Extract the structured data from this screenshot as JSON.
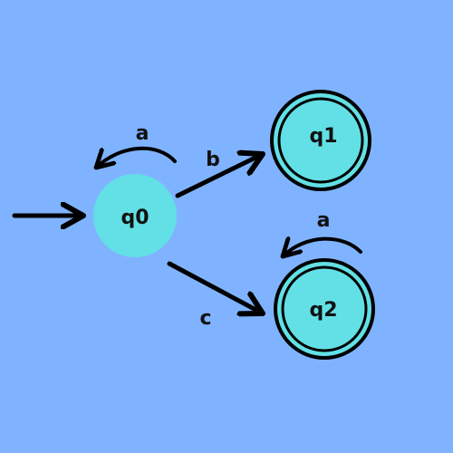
{
  "colors": {
    "background": "#80b3ff",
    "state_fill": "#62e0e5",
    "stroke": "#000000"
  },
  "states": [
    {
      "id": "q0",
      "label": "q0",
      "start": true,
      "accepting": false
    },
    {
      "id": "q1",
      "label": "q1",
      "start": false,
      "accepting": true
    },
    {
      "id": "q2",
      "label": "q2",
      "start": false,
      "accepting": true
    }
  ],
  "transitions": [
    {
      "from": "q0",
      "to": "q0",
      "symbol": "a"
    },
    {
      "from": "q0",
      "to": "q1",
      "symbol": "b"
    },
    {
      "from": "q0",
      "to": "q2",
      "symbol": "c"
    },
    {
      "from": "q2",
      "to": "q2",
      "symbol": "a"
    }
  ]
}
